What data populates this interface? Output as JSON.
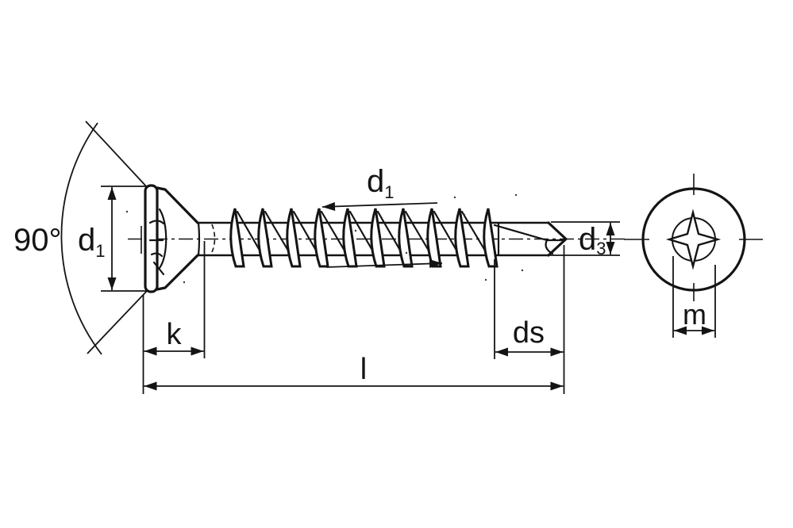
{
  "drawing": {
    "description": "Technical dimension drawing of a countersunk self-drilling screw, side view and head end view",
    "labels": {
      "countersink_angle": "90°",
      "head_diameter": {
        "main": "d",
        "sub": "1"
      },
      "thread_diameter": {
        "main": "d",
        "sub": "1"
      },
      "drill_diameter": {
        "main": "d",
        "sub": "3"
      },
      "head_height": "k",
      "drill_point_length": "ds",
      "total_length": "l",
      "recess_width": "m"
    },
    "colors": {
      "ink": "#141414",
      "background": "#ffffff"
    }
  }
}
